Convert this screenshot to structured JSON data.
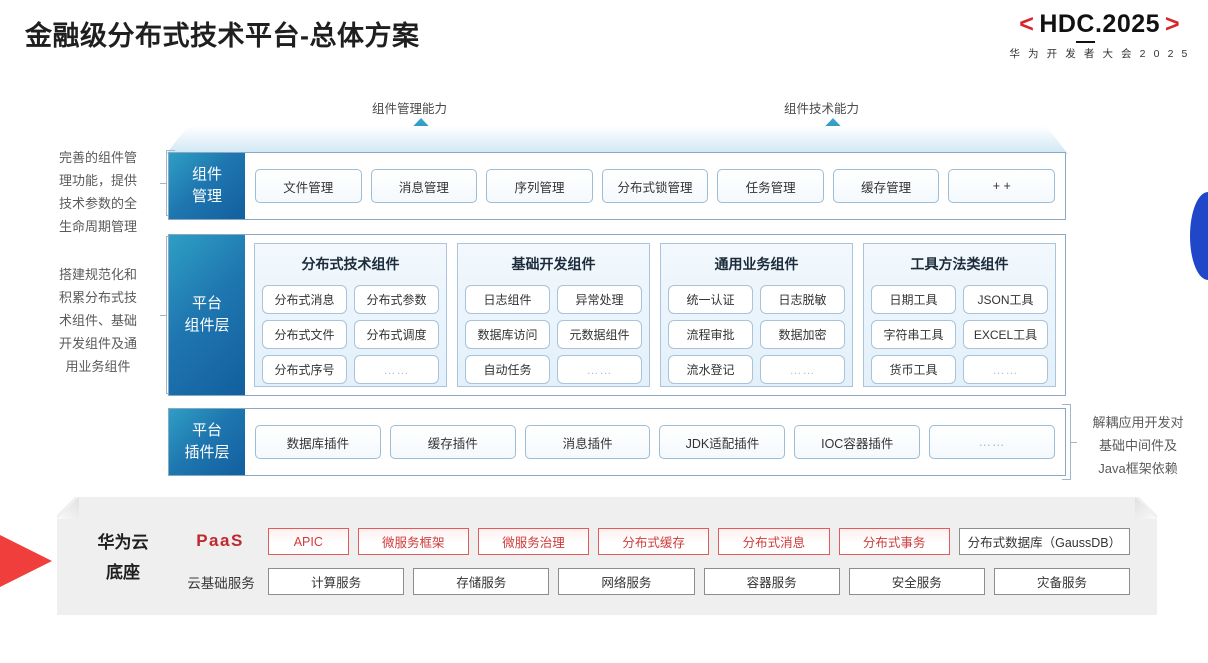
{
  "header": {
    "title": "金融级分布式技术平台-总体方案",
    "logo": {
      "left_bracket": "<",
      "text_hd": "HD",
      "text_c": "C",
      "text_rest": ".2025",
      "right_bracket": ">",
      "subtitle": "华 为 开 发 者 大 会 2 0 2 5"
    }
  },
  "arrows": {
    "left_label": "组件管理能力",
    "right_label": "组件技术能力"
  },
  "annotations": {
    "left_top": "完善的组件管\n理功能，提供\n技术参数的全\n生命周期管理",
    "left_top_lines": [
      "完善的组件管",
      "理功能，提供",
      "技术参数的全",
      "生命周期管理"
    ],
    "left_mid_lines": [
      "搭建规范化和",
      "积累分布式技",
      "术组件、基础",
      "开发组件及通",
      "用业务组件"
    ],
    "right_lines": [
      "解耦应用开发对",
      "基础中间件及",
      "Java框架依赖"
    ]
  },
  "rows": {
    "component_management": {
      "label_lines": [
        "组件",
        "管理"
      ],
      "items": [
        "文件管理",
        "消息管理",
        "序列管理",
        "分布式锁管理",
        "任务管理",
        "缓存管理",
        "+ +"
      ]
    },
    "platform_component_layer": {
      "label_lines": [
        "平台",
        "组件层"
      ],
      "groups": [
        {
          "title": "分布式技术组件",
          "cells": [
            [
              "分布式消息",
              "分布式参数"
            ],
            [
              "分布式文件",
              "分布式调度"
            ],
            [
              "分布式序号",
              "……"
            ]
          ]
        },
        {
          "title": "基础开发组件",
          "cells": [
            [
              "日志组件",
              "异常处理"
            ],
            [
              "数据库访问",
              "元数据组件"
            ],
            [
              "自动任务",
              "……"
            ]
          ]
        },
        {
          "title": "通用业务组件",
          "cells": [
            [
              "统一认证",
              "日志脱敏"
            ],
            [
              "流程审批",
              "数据加密"
            ],
            [
              "流水登记",
              "……"
            ]
          ]
        },
        {
          "title": "工具方法类组件",
          "cells": [
            [
              "日期工具",
              "JSON工具"
            ],
            [
              "字符串工具",
              "EXCEL工具"
            ],
            [
              "货币工具",
              "……"
            ]
          ]
        }
      ]
    },
    "platform_plugin_layer": {
      "label_lines": [
        "平台",
        "插件层"
      ],
      "items": [
        "数据库插件",
        "缓存插件",
        "消息插件",
        "JDK适配插件",
        "IOC容器插件",
        "……"
      ]
    }
  },
  "base": {
    "title_lines": [
      "华为云",
      "底座"
    ],
    "paas_label": "PaaS",
    "cloud_label": "云基础服务",
    "paas_items": [
      {
        "text": "APIC",
        "style": "red-narrow"
      },
      {
        "text": "微服务框架",
        "style": "red"
      },
      {
        "text": "微服务治理",
        "style": "red"
      },
      {
        "text": "分布式缓存",
        "style": "red"
      },
      {
        "text": "分布式消息",
        "style": "red"
      },
      {
        "text": "分布式事务",
        "style": "red"
      },
      {
        "text": "分布式数据库（GaussDB）",
        "style": "gray-wide"
      }
    ],
    "cloud_items": [
      "计算服务",
      "存储服务",
      "网络服务",
      "容器服务",
      "安全服务",
      "灾备服务"
    ]
  },
  "colors": {
    "brand_red": "#d9252a",
    "accent_blue": "#1f77b0",
    "deep_blue": "#125f9e",
    "paas_red": "#cf3b3b",
    "edge_blue": "#1f47c8"
  }
}
